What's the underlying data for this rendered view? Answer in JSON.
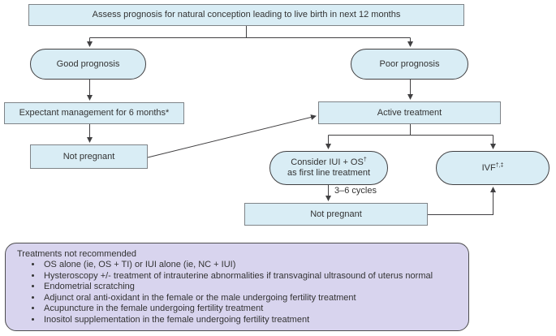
{
  "flowchart": {
    "assess": "Assess prognosis for natural conception leading to live birth in next 12 months",
    "good_prognosis": "Good prognosis",
    "poor_prognosis": "Poor prognosis",
    "expectant": "Expectant management for 6 months*",
    "not_pregnant_left": "Not pregnant",
    "active_treatment": "Active treatment",
    "consider_iui_line1_base": "Consider IUI + OS",
    "consider_iui_line1_sup": "†",
    "consider_iui_line2": "as first line treatment",
    "cycles_label": "3–6 cycles",
    "not_pregnant_right": "Not pregnant",
    "ivf_base": "IVF",
    "ivf_sup": "†,‡"
  },
  "not_recommended": {
    "title": "Treatments not recommended",
    "items": [
      "OS alone (ie, OS + TI) or IUI alone (ie, NC + IUI)",
      "Hysteroscopy +/- treatment of intrauterine abnormalities if transvaginal ultrasound of uterus normal",
      "Endometrial scratching",
      "Adjunct oral anti-oxidant in the female or the male undergoing fertility treatment",
      "Acupuncture in the female undergoing fertility treatment",
      "Inositol supplementation in the female undergoing fertility treatment"
    ]
  },
  "colors": {
    "node_fill": "#d9edf5",
    "node_border": "#7f8488",
    "pill_border": "#414042",
    "panel_fill": "#d8d4ee",
    "panel_border": "#4d4d4f",
    "line": "#414042",
    "text": "#333333"
  }
}
